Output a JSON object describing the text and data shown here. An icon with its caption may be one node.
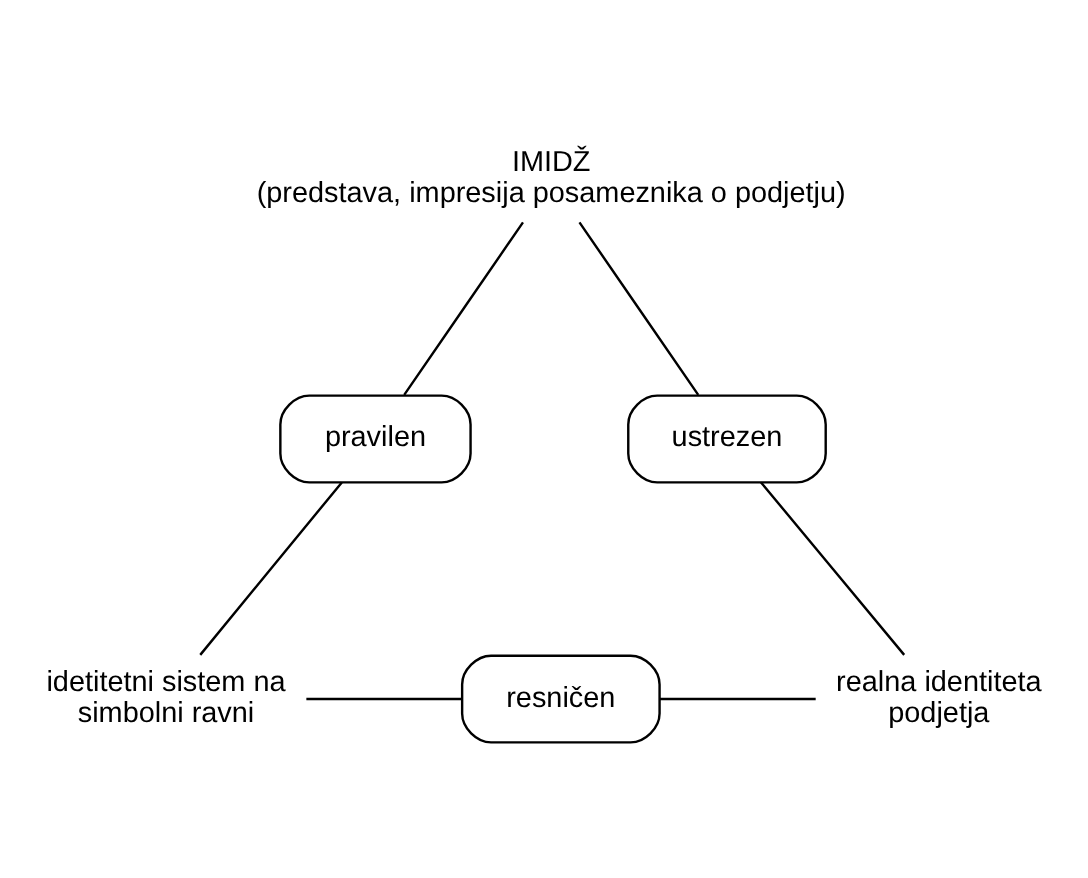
{
  "diagram": {
    "nodes": [
      {
        "text": [
          "IMIDŽ",
          "(predstava, impresija posameznika o podjetju)"
        ]
      },
      {
        "text": [
          "pravilen"
        ]
      },
      {
        "text": [
          "ustrezen"
        ]
      },
      {
        "text": [
          "idetitetni sistem na simbolni ravni"
        ]
      },
      {
        "text": [
          "resničen"
        ]
      },
      {
        "text": [
          "realna identiteta podjetja"
        ]
      }
    ],
    "edges": [
      {
        "from": 0,
        "to": 1,
        "arrow": "none"
      },
      {
        "from": 1,
        "to": 3,
        "arrow": "none"
      },
      {
        "from": 0,
        "to": 2,
        "arrow": "none"
      },
      {
        "from": 2,
        "to": 5,
        "arrow": "none"
      },
      {
        "from": 3,
        "to": 4,
        "arrow": "none"
      },
      {
        "from": 4,
        "to": 5,
        "arrow": "none"
      }
    ]
  }
}
